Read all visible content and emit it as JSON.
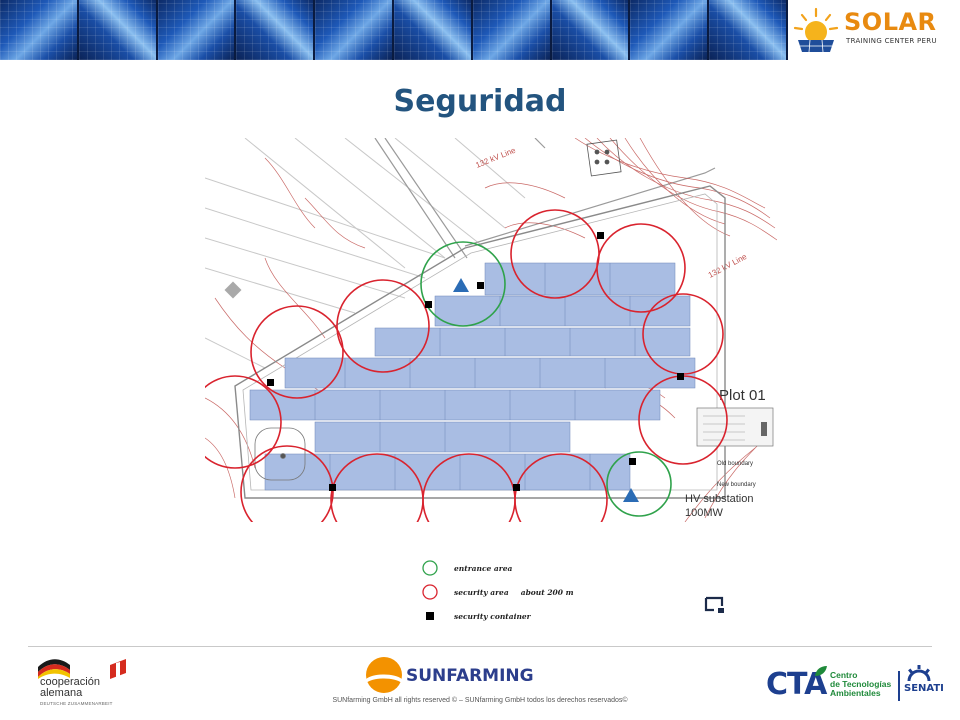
{
  "banner": {
    "logo": {
      "word": "SOLAR",
      "subtitle": "TRAINING CENTER PERU"
    }
  },
  "title": "Seguridad",
  "map": {
    "labels": {
      "plot": "Plot 01",
      "old_boundary": "Old boundary",
      "new_boundary": "New boundary",
      "substation_1": "HV substation",
      "substation_2": "100MW",
      "line_1": "132 kV Line",
      "line_2": "132 kV Line"
    }
  },
  "legend": {
    "entrance": "entrance area",
    "security": "security area",
    "security_note": "about 200 m",
    "container": "security container"
  },
  "footer": {
    "cooperacion_1": "cooperación",
    "cooperacion_2": "alemana",
    "cooperacion_sub": "DEUTSCHE ZUSAMMENARBEIT",
    "sunfarming": "SUNFARMING",
    "copyright": "SUNfarming GmbH all rights reserved © – SUNfarming GmbH todos los derechos reservados©",
    "cta": "CTA",
    "cta_sub_1": "Centro",
    "cta_sub_2": "de Tecnologías",
    "cta_sub_3": "Ambientales",
    "senati": "SENATI"
  },
  "colors": {
    "title": "#23547f",
    "security_circle": "#d9232e",
    "entrance_circle": "#2fa24b",
    "solar_panel": "#a9bde3",
    "contour": "#c0504d"
  }
}
